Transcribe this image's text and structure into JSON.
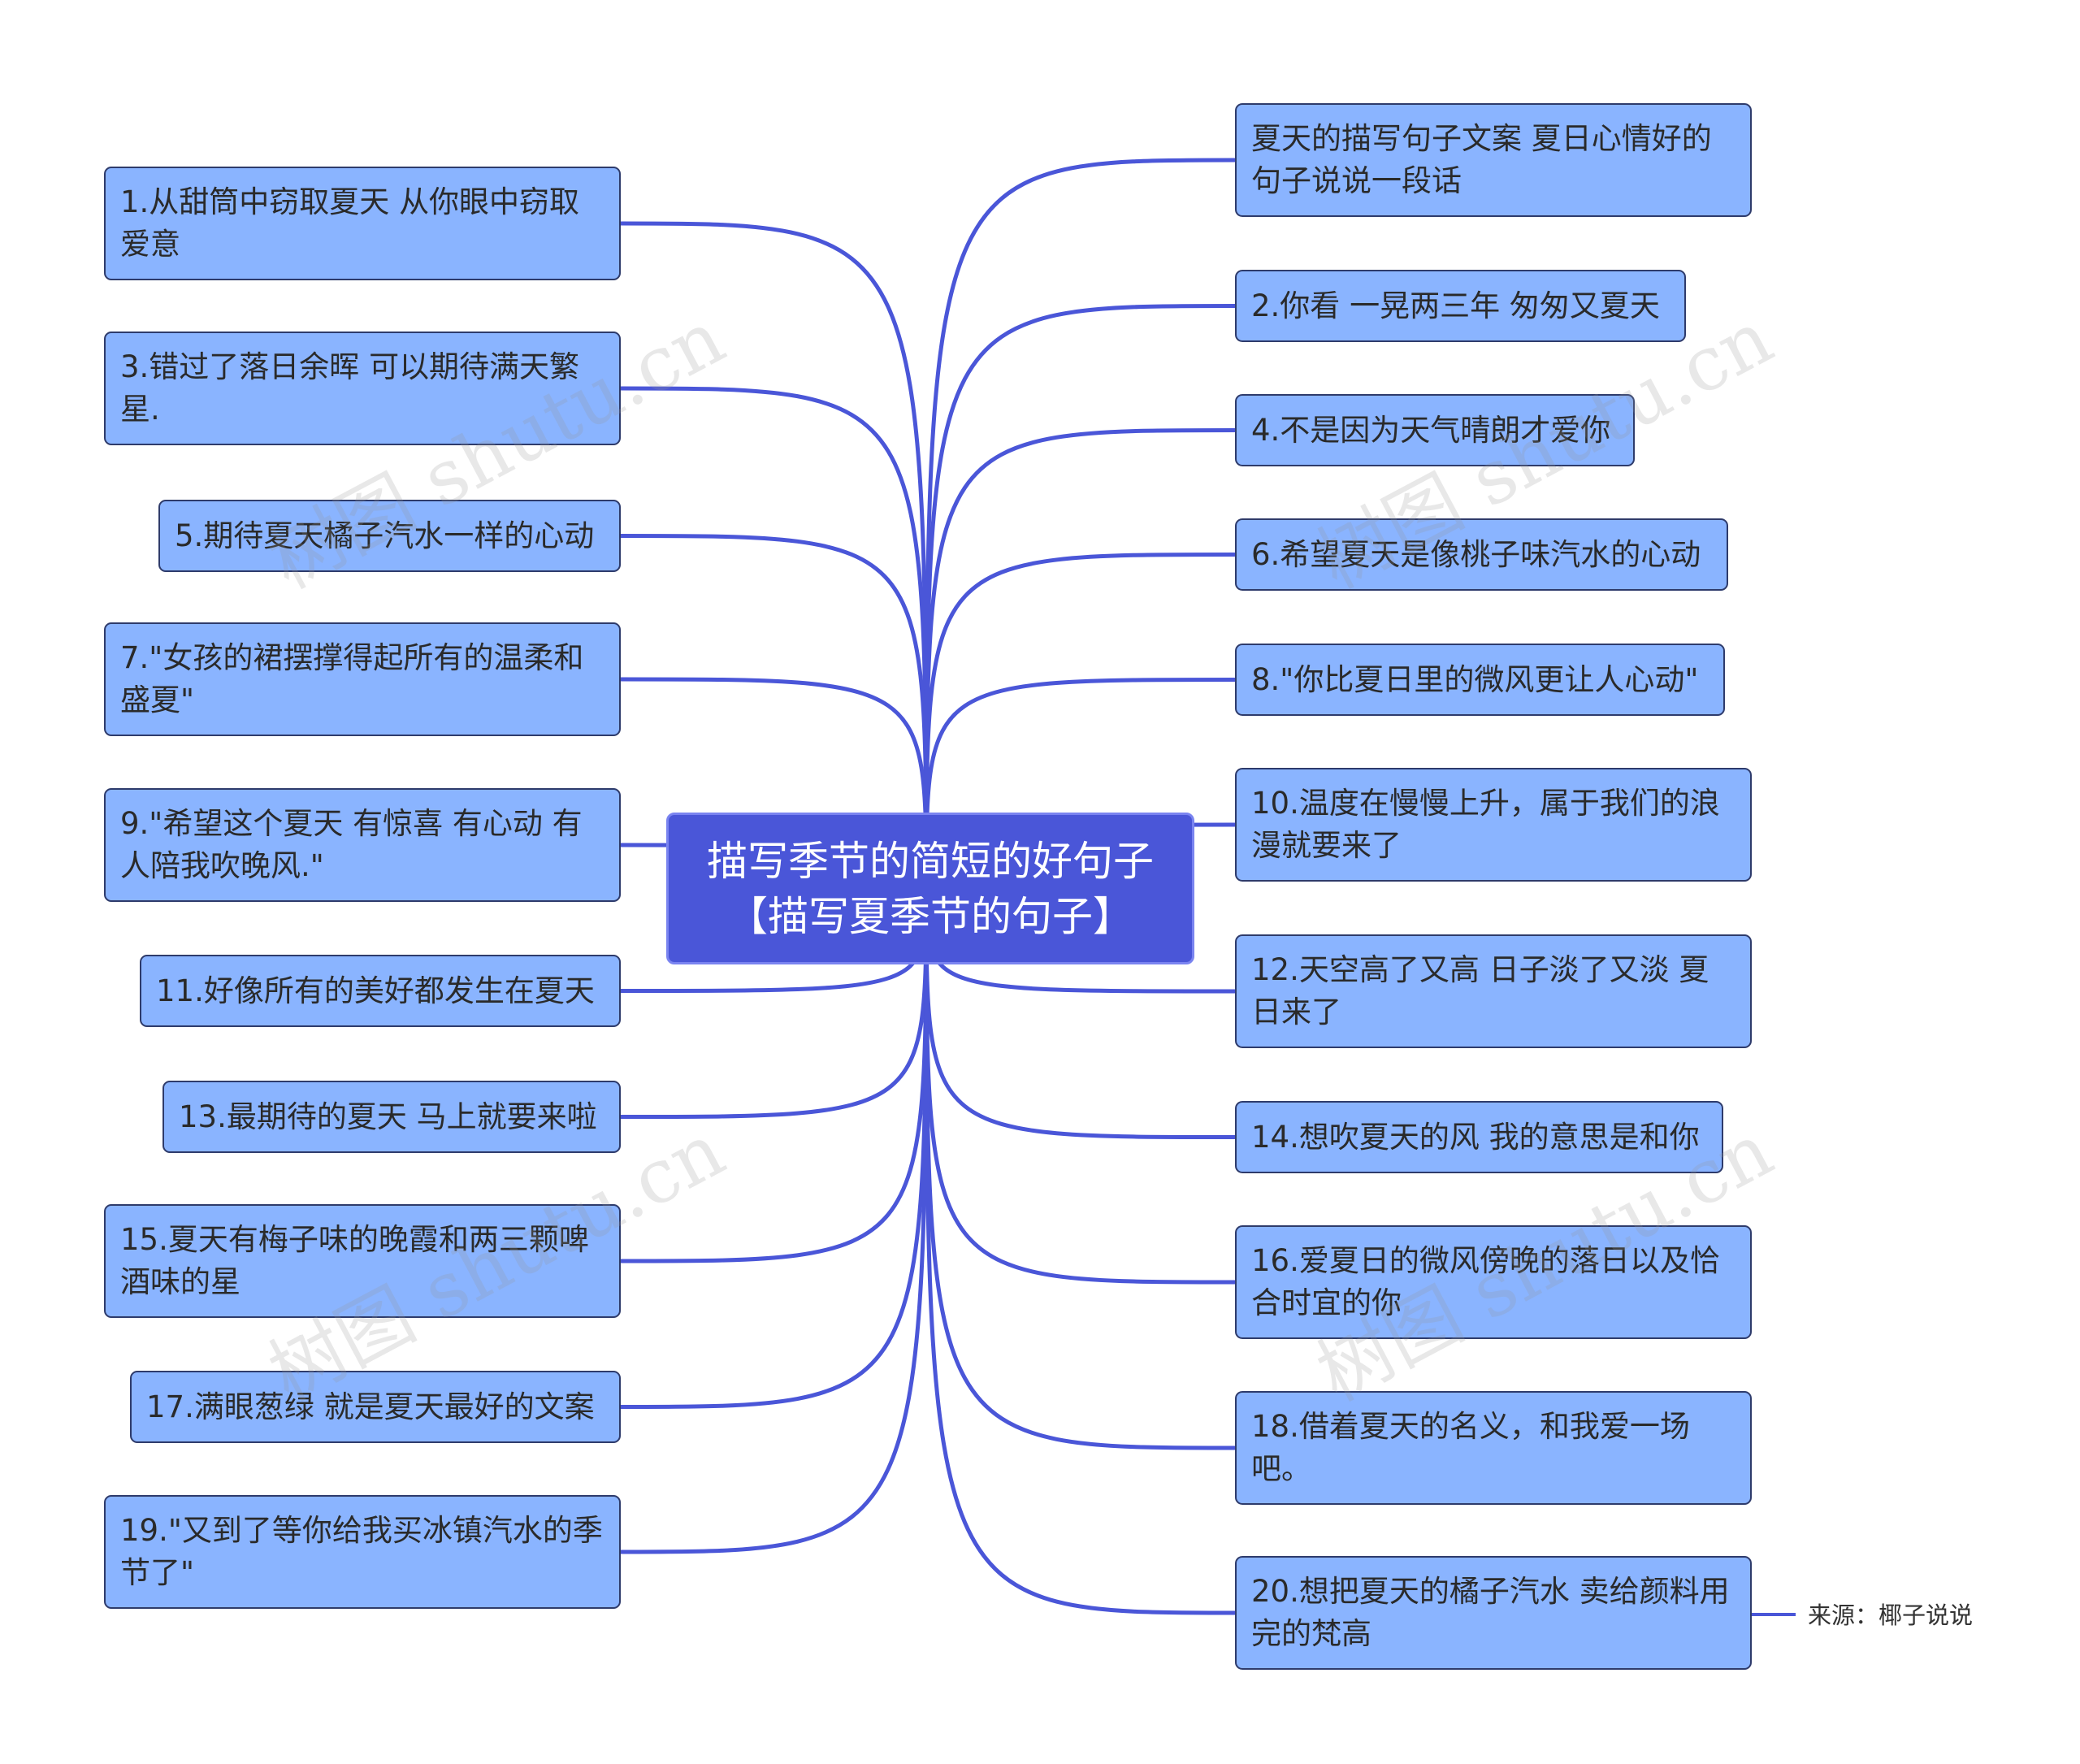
{
  "root": {
    "title": "描写季节的简短的好句子【描写夏季节的句子】"
  },
  "left_nodes": [
    "1.从甜筒中窃取夏天 从你眼中窃取爱意",
    "3.错过了落日余晖 可以期待满天繁星.",
    "5.期待夏天橘子汽水一样的心动",
    "7.\"女孩的裙摆撑得起所有的温柔和盛夏\"",
    "9.\"希望这个夏天 有惊喜 有心动 有人陪我吹晚风.\"",
    "11.好像所有的美好都发生在夏天",
    "13.最期待的夏天 马上就要来啦",
    "15.夏天有梅子味的晚霞和两三颗啤酒味的星",
    "17.满眼葱绿 就是夏天最好的文案",
    "19.\"又到了等你给我买冰镇汽水的季节了\""
  ],
  "right_nodes": [
    "夏天的描写句子文案 夏日心情好的句子说说一段话",
    "2.你看 一晃两三年 匆匆又夏天",
    "4.不是因为天气晴朗才爱你",
    "6.希望夏天是像桃子味汽水的心动",
    "8.\"你比夏日里的微风更让人心动\"",
    "10.温度在慢慢上升，属于我们的浪漫就要来了",
    "12.天空高了又高 日子淡了又淡 夏日来了",
    "14.想吹夏天的风 我的意思是和你",
    "16.爱夏日的微风傍晚的落日以及恰合时宜的你",
    "18.借着夏天的名义，和我爱一场吧。",
    "20.想把夏天的橘子汽水 卖给颜料用完的梵高"
  ],
  "source_note": "来源：椰子说说",
  "watermark": "树图 shutu.cn",
  "colors": {
    "edge": "#4a56d8",
    "node_fill": "#8ab4ff",
    "node_border": "#2e3b6b",
    "root_fill": "#4a56d8"
  }
}
